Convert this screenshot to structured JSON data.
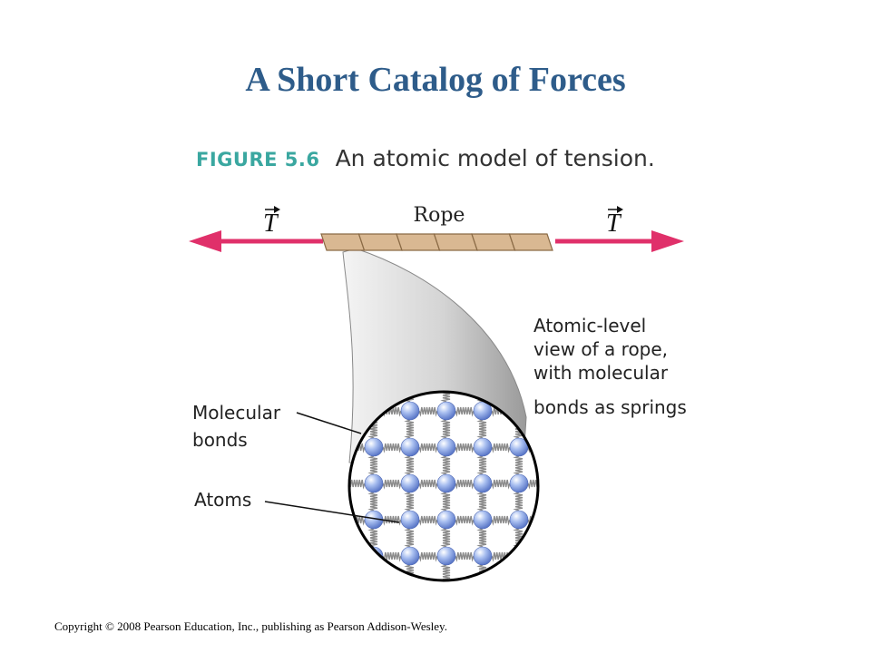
{
  "slide": {
    "title": "A Short Catalog of Forces",
    "copyright": "Copyright © 2008 Pearson Education, Inc., publishing as Pearson Addison-Wesley."
  },
  "figure": {
    "number": "FIGURE 5.6",
    "caption": "An atomic model of tension.",
    "labels": {
      "rope": "Rope",
      "tension_left": "T",
      "tension_right": "T",
      "view_description": [
        "Atomic-level",
        "view of a rope,",
        "with molecular",
        "bonds as springs"
      ],
      "molecular_bonds": [
        "Molecular",
        "bonds"
      ],
      "atoms": "Atoms"
    }
  },
  "colors": {
    "title": "#2E5C8A",
    "figure_number": "#3AA7A0",
    "tension_arrow": "#E0306A",
    "rope": "#D9B892",
    "atom": "#8FA8E6"
  }
}
